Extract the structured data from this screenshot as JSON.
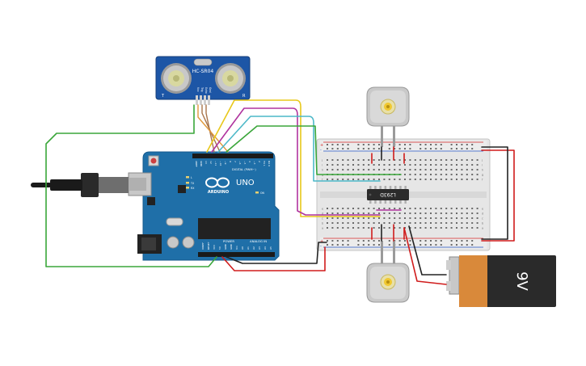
{
  "sensor": {
    "model": "HC-SR04",
    "left_mark": "T",
    "right_mark": "R",
    "pins": [
      "Vcc",
      "Trig",
      "Echo",
      "Gnd"
    ]
  },
  "arduino": {
    "brand": "ARDUINO",
    "model": "UNO",
    "digital_label": "DIGITAL (PWM~)",
    "power_label": "POWER",
    "analog_label": "ANALOG IN",
    "top_pins": [
      "AREF",
      "GND",
      "13",
      "12",
      "~11",
      "~10",
      "~9",
      "8",
      "7",
      "~6",
      "~5",
      "4",
      "~3",
      "2",
      "TX 1",
      "RX 0"
    ],
    "bottom_pins": [
      "IOREF",
      "RESET",
      "3V3",
      "5V",
      "GND",
      "GND",
      "Vin",
      "A0",
      "A1",
      "A2",
      "A3",
      "A4",
      "A5"
    ],
    "led_labels": [
      "L",
      "TX",
      "RX",
      "ON"
    ]
  },
  "driver_ic": {
    "label": "L293D"
  },
  "battery": {
    "label": "9V"
  },
  "breadboard": {
    "row_letters_top": [
      "j",
      "i",
      "h",
      "g",
      "f"
    ],
    "row_letters_bottom": [
      "e",
      "d",
      "c",
      "b",
      "a"
    ],
    "rail_plus": "+",
    "rail_minus": "-"
  },
  "colors": {
    "board": "#1f6fa8",
    "sensor_board": "#1d56a6",
    "wire_red": "#d01c1c",
    "wire_black": "#222222",
    "wire_green": "#3aa63a",
    "wire_yellow": "#e8c81a",
    "wire_magenta": "#b0349e",
    "wire_cyan": "#4cb8c8",
    "wire_brown": "#a8744a",
    "battery_body": "#2a2a2a",
    "battery_label_bg": "#d9893a"
  }
}
